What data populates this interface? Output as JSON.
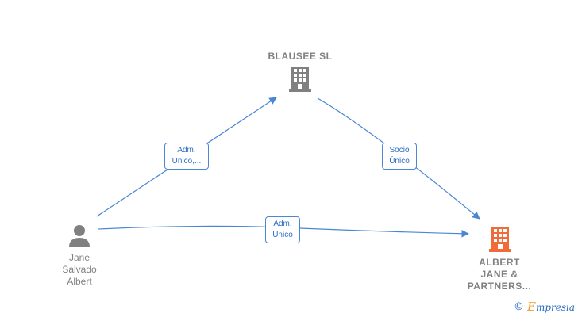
{
  "nodes": {
    "blausee": {
      "label": "BLAUSEE  SL",
      "icon": "building-icon",
      "color": "#808080"
    },
    "albert_jane": {
      "label": "ALBERT\nJANE &\nPARTNERS...",
      "icon": "building-icon",
      "color": "#f06a3a"
    },
    "jane": {
      "label": "Jane\nSalvado\nAlbert",
      "icon": "person-icon",
      "color": "#808080"
    }
  },
  "edges": {
    "jane_to_blausee": {
      "label": "Adm.\nUnico,..."
    },
    "blausee_to_albert": {
      "label": "Socio\nÚnico"
    },
    "jane_to_albert": {
      "label": "Adm.\nUnico"
    }
  },
  "colors": {
    "edge": "#4a86d4",
    "edge_text": "#2b6cc4",
    "brand_accent": "#f0a030"
  },
  "branding": {
    "copyright": "©",
    "name": "Empresia"
  }
}
